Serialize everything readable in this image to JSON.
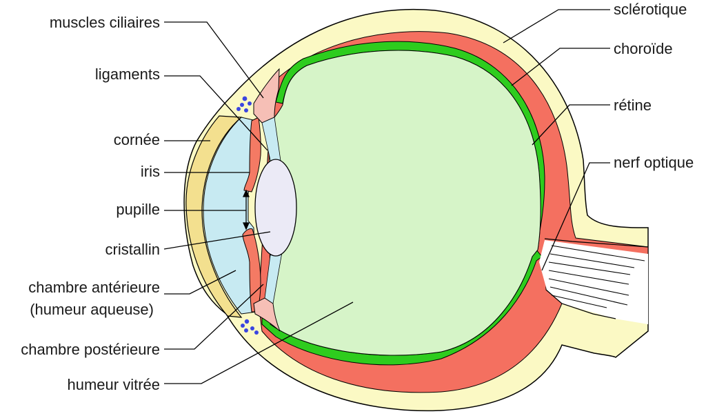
{
  "labels": {
    "left": {
      "muscles_ciliaires": "muscles ciliaires",
      "ligaments": "ligaments",
      "cornee": "cornée",
      "iris": "iris",
      "pupille": "pupille",
      "cristallin": "cristallin",
      "chambre_anterieure_1": "chambre antérieure",
      "chambre_anterieure_2": "(humeur aqueuse)",
      "chambre_posterieure": "chambre postérieure",
      "humeur_vitree": "humeur vitrée"
    },
    "right": {
      "sclerotique": "sclérotique",
      "choroide": "choroïde",
      "retine": "rétine",
      "nerf_optique": "nerf optique"
    }
  },
  "colors": {
    "sclera": "#fbf9c4",
    "sclera_outline": "#000000",
    "choroid": "#f47060",
    "retina": "#2ecc1e",
    "vitreous": "#d6f4c8",
    "aqueous": "#c7eaf2",
    "cornea_ring": "#f3e08f",
    "lens": "#ebeaf6",
    "iris": "#f47a64",
    "ciliary_muscle": "#f6bfb6",
    "pigment_dots": "#3b45e0"
  }
}
